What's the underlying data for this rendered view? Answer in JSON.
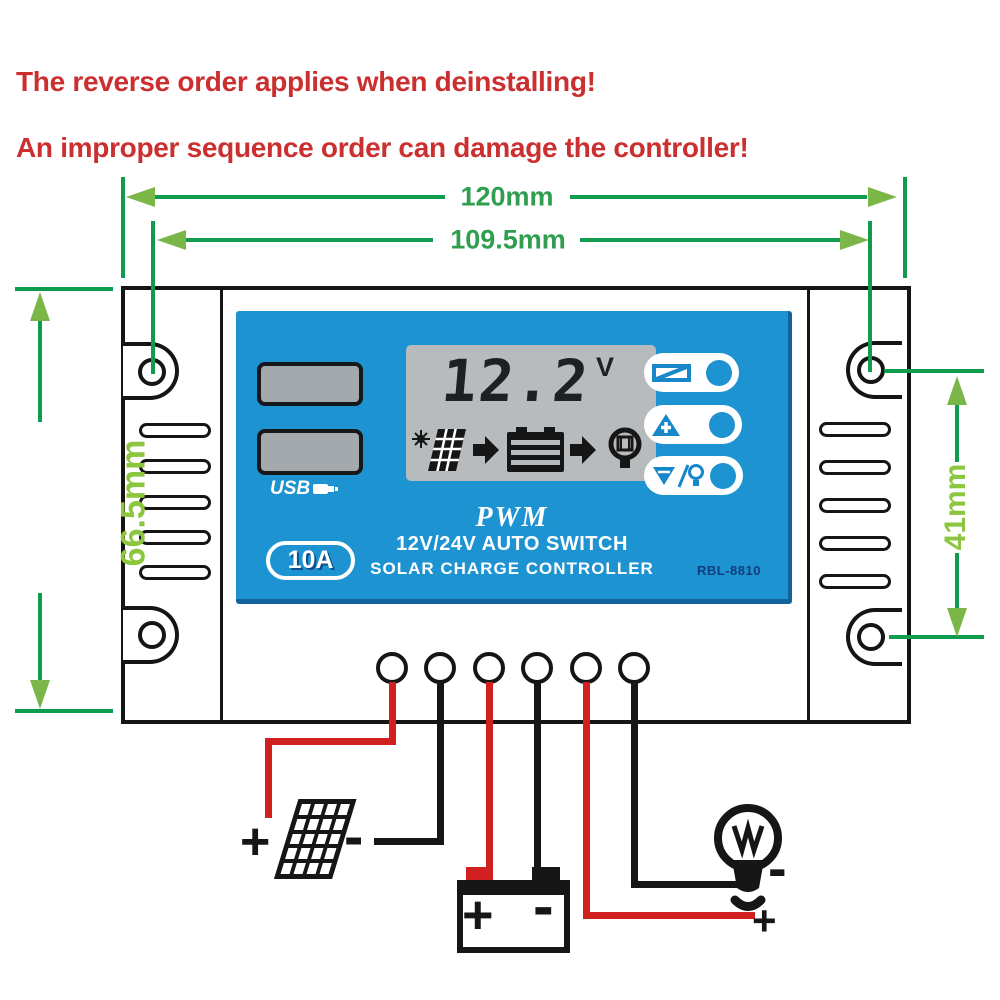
{
  "warnings": {
    "line1": "The reverse order applies when deinstalling!",
    "line2": "An improper sequence order can damage the controller!"
  },
  "dimensions": {
    "outer_width": "120mm",
    "hole_width": "109.5mm",
    "outer_height": "66.5mm",
    "hole_height": "41mm"
  },
  "device": {
    "usb_label": "USB",
    "amp_badge": "10A",
    "lcd": {
      "voltage": "12.2",
      "unit": "V"
    },
    "brand_line1": "PWM",
    "brand_line2": "12V/24V AUTO SWITCH",
    "brand_line3": "SOLAR CHARGE CONTROLLER",
    "model": "RBL-8810"
  },
  "wiring": {
    "solar": {
      "plus": "+",
      "minus": "-"
    },
    "battery": {
      "plus": "+",
      "minus": "-"
    },
    "load": {
      "minus": "-",
      "plus": "+"
    }
  },
  "icons": {
    "usb_plug": "usb-plug-icon",
    "sun": "sun-icon",
    "solar_panel": "solar-panel-icon",
    "flow_arrow": "arrow-right-icon",
    "battery": "battery-icon",
    "bulb": "bulb-icon",
    "btn1": "battery-status-icon",
    "btn2": "triangle-plus-icon",
    "btn3": "load-light-icon"
  },
  "colors": {
    "warning_red": "#cb2f2f",
    "wire_red": "#d02020",
    "wire_black": "#161616",
    "dim_line_green": "#0f9c4f",
    "arrowhead_green": "#7ab648",
    "side_label_green": "#8cc63e",
    "faceplate_blue": "#1e93d2",
    "plate_edge_blue": "#12639c",
    "lcd_gray": "#b7bbbd",
    "usb_port_gray": "#a4a9ad"
  }
}
